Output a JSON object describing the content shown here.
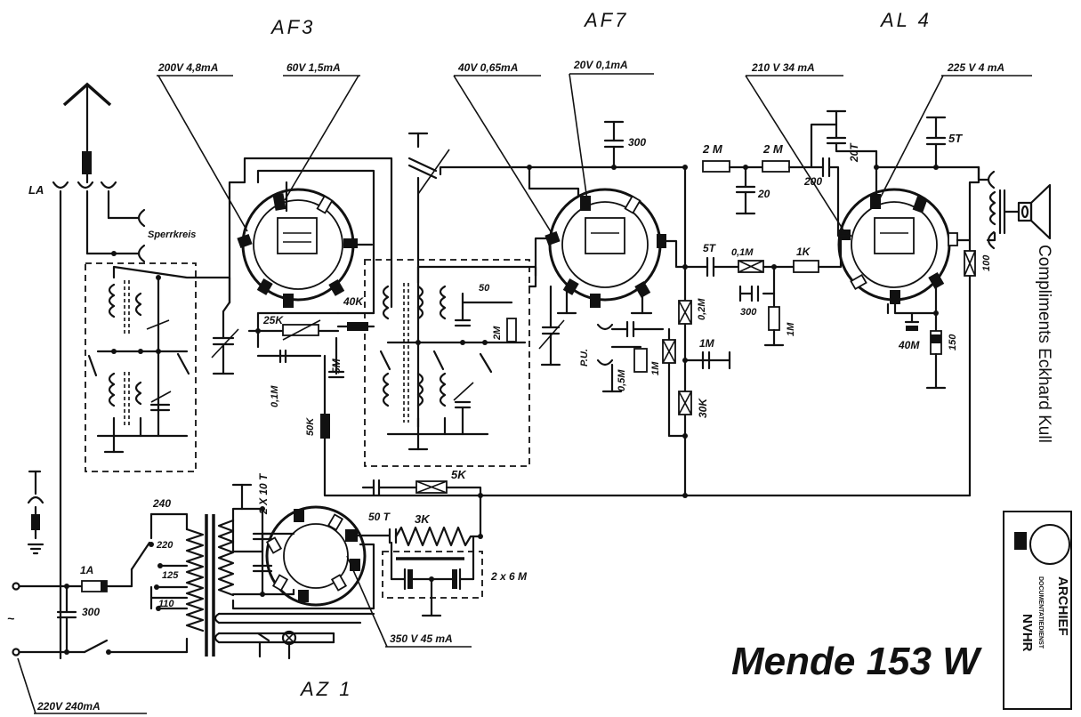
{
  "tubes": [
    {
      "name": "AF3",
      "anode_label": "200V 4,8mA",
      "screen_label": "60V 1,5mA"
    },
    {
      "name": "AF7",
      "anode_label": "40V 0,65mA",
      "screen_label": "20V 0,1mA"
    },
    {
      "name": "AL 4",
      "anode_label": "210 V 34 mA",
      "screen_label": "225 V 4 mA"
    },
    {
      "name": "AZ 1",
      "rectifier_label": "350 V 45 mA"
    }
  ],
  "antenna": {
    "la_label": "LA",
    "sperrkreis_label": "Sperrkreis"
  },
  "components": {
    "c_300_top": "300",
    "r_2m_a": "2 M",
    "r_2m_b": "2 M",
    "c_20": "20",
    "c_20t": "20T",
    "c_5t_top": "5T",
    "c_200": "200",
    "c_5t_mid": "5T",
    "r_01m_mid": "0,1M",
    "r_1k": "1K",
    "r_02m": "0,2M",
    "c_300_mid": "300",
    "r_1m_grid": "1M",
    "c_1m": "1M",
    "r_1m_pu": "1M",
    "r_05m": "0,5M",
    "r_30k": "30K",
    "r_40m": "40M",
    "r_150": "150",
    "r_100": "100",
    "r_25k": "25K",
    "r_40k": "40K",
    "r_5m": "5M",
    "r_01m_left": "0,1M",
    "r_50k": "50K",
    "c_50": "50",
    "r_2m_if": "2M",
    "pu_label": "P.U.",
    "r_5k": "5K",
    "c_2x10t": "2 X 10 T",
    "c_50t": "50 T",
    "r_3k": "3K",
    "c_2x6m": "2 x 6  M",
    "tap_240": "240",
    "tap_220": "220",
    "tap_125": "125",
    "tap_110": "110",
    "fuse_1a": "1A",
    "c_300_mains": "300",
    "mains_label": "220V 240mA",
    "mains_symbol": "~"
  },
  "footer": {
    "model": "Mende 153 W",
    "compliments": "Compliments Eckhard Kull"
  },
  "stamp": {
    "line1": "ARCHIEF",
    "line2": "DOCUMENTATIEDIENST",
    "line3": "NVHR"
  }
}
